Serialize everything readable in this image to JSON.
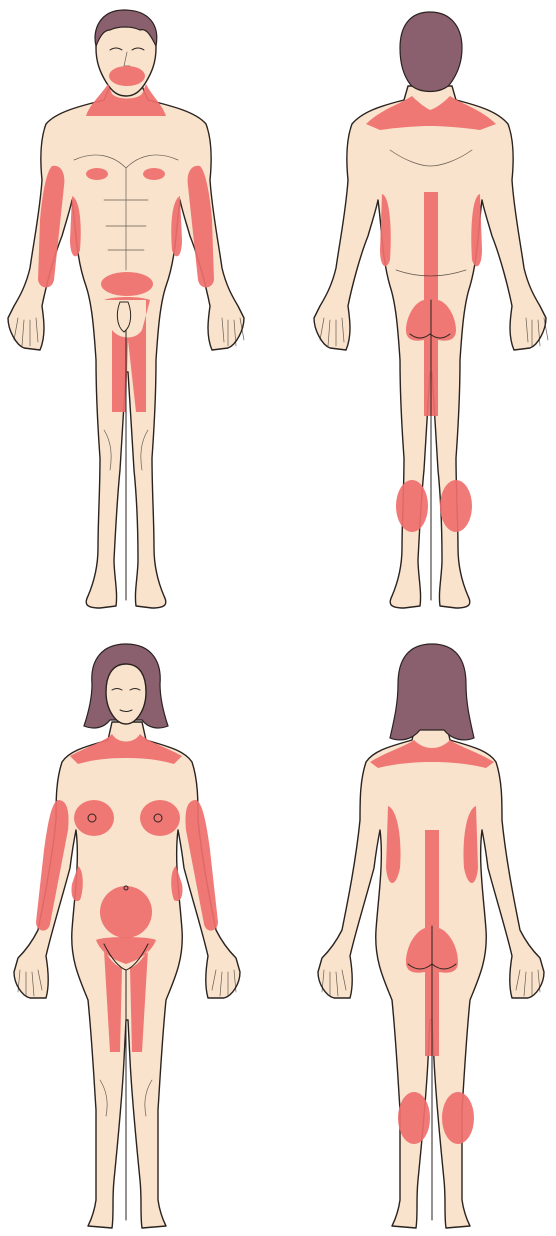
{
  "colors": {
    "skin": "#f9e3cc",
    "outline": "#2a2320",
    "zone": "#ef6f6c",
    "hair": "#8a5f6e",
    "background": "#ffffff"
  },
  "figures": [
    {
      "id": "male-front",
      "sex": "male",
      "view": "front"
    },
    {
      "id": "male-back",
      "sex": "male",
      "view": "back"
    },
    {
      "id": "female-front",
      "sex": "female",
      "view": "front"
    },
    {
      "id": "female-back",
      "sex": "female",
      "view": "back"
    }
  ]
}
